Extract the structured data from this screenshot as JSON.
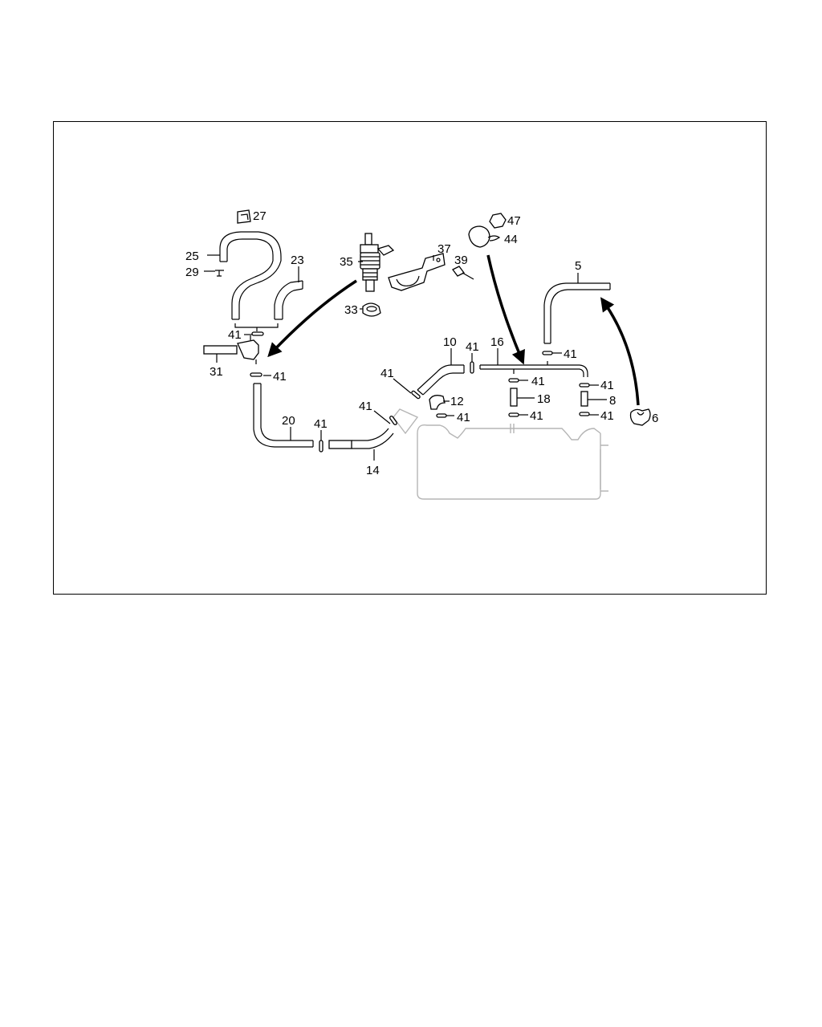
{
  "diagram": {
    "labels": {
      "p5": "5",
      "p6": "6",
      "p8": "8",
      "p10": "10",
      "p12": "12",
      "p14": "14",
      "p16": "16",
      "p18": "18",
      "p20": "20",
      "p23": "23",
      "p25": "25",
      "p27": "27",
      "p29": "29",
      "p31": "31",
      "p33": "33",
      "p35": "35",
      "p37": "37",
      "p39": "39",
      "p44": "44",
      "p47": "47",
      "c41": "41"
    }
  }
}
